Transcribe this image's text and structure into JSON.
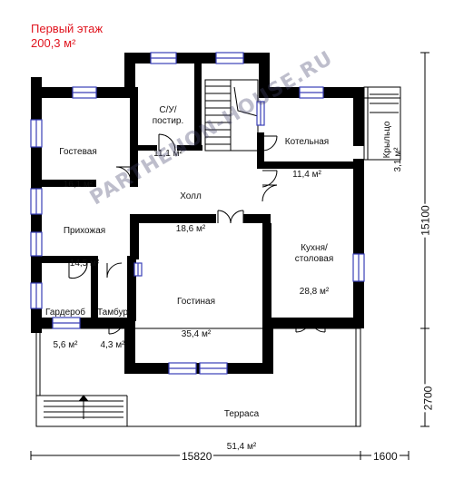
{
  "header": {
    "floor_title": "Первый этаж",
    "floor_area": "200,3 м²"
  },
  "rooms": {
    "guest": {
      "name": "Гостевая",
      "area": "16,1 м²"
    },
    "bath": {
      "name": "С/У/\nпостир.",
      "area": "11,1 м²"
    },
    "boiler": {
      "name": "Котельная",
      "area": "11,4 м²"
    },
    "porch": {
      "name": "Крыльцо",
      "area": "3,1 м²"
    },
    "hall": {
      "name": "Холл",
      "area": "18,6 м²"
    },
    "entry": {
      "name": "Прихожая",
      "area": "14,5 м²"
    },
    "kitchen": {
      "name": "Кухня/\nстоловая",
      "area": "28,8 м²"
    },
    "wardrobe": {
      "name": "Гардероб",
      "area": "5,6 м²"
    },
    "vestibule": {
      "name": "Тамбур",
      "area": "4,3 м²"
    },
    "living": {
      "name": "Гостиная",
      "area": "35,4 м²"
    },
    "terrace": {
      "name": "Терраса",
      "area": "51,4 м²"
    }
  },
  "dimensions": {
    "width_main": "15820",
    "width_porch": "1600",
    "depth_main": "15100",
    "depth_terrace": "2700"
  },
  "watermark": "PARTHENON-HOUSE.RU",
  "colors": {
    "wall": "#000000",
    "window": "#3a3fb8",
    "title": "#e0141e"
  }
}
